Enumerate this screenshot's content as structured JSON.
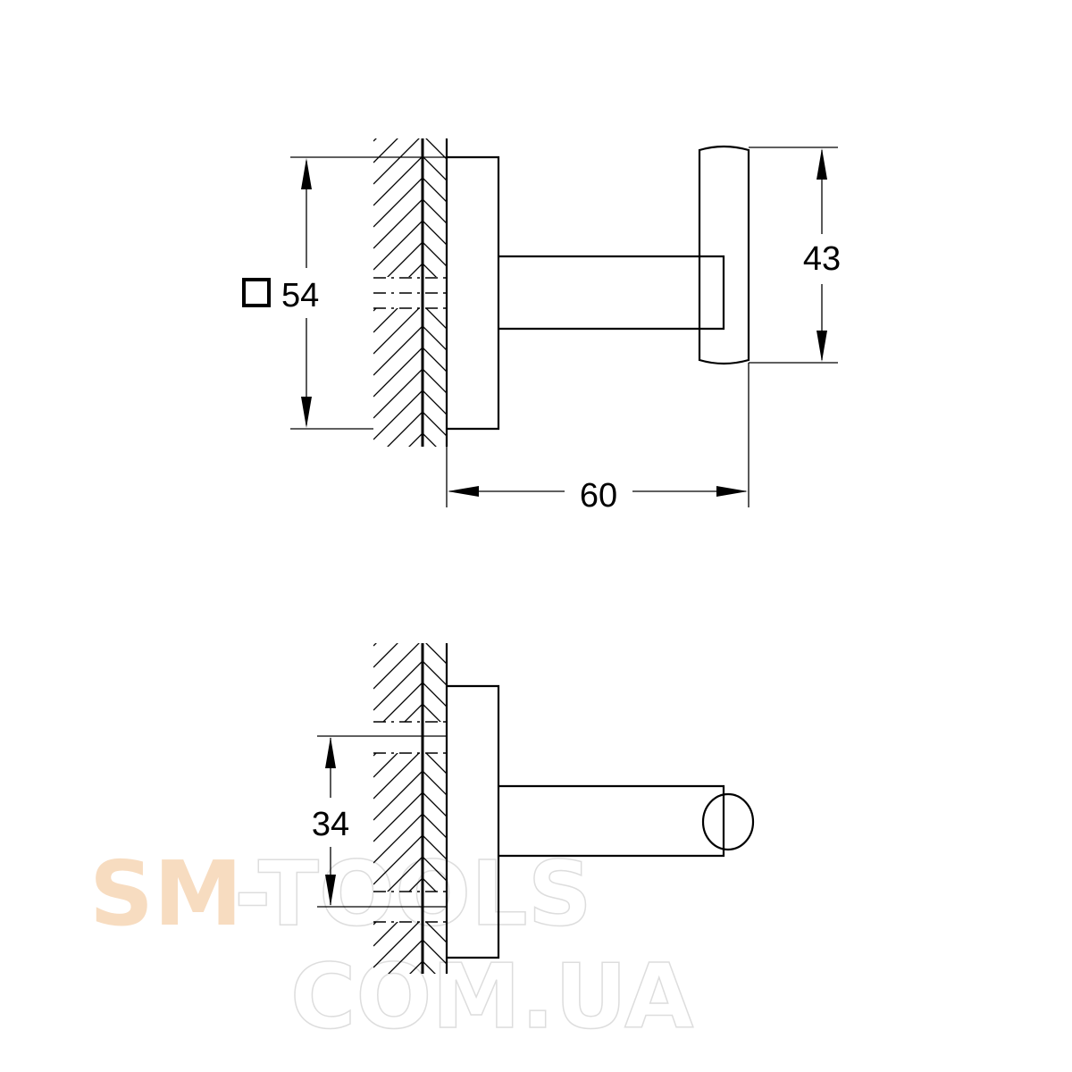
{
  "side_view": {
    "dimensions": {
      "plate_square": "54",
      "cap_height": "43",
      "projection": "60"
    },
    "square_symbol": "square-icon"
  },
  "top_view": {
    "dimensions": {
      "mounting_distance": "34"
    }
  },
  "watermark": {
    "line1_a": "SM",
    "line1_b": "-TOOLS",
    "line2": "COM.UA"
  }
}
